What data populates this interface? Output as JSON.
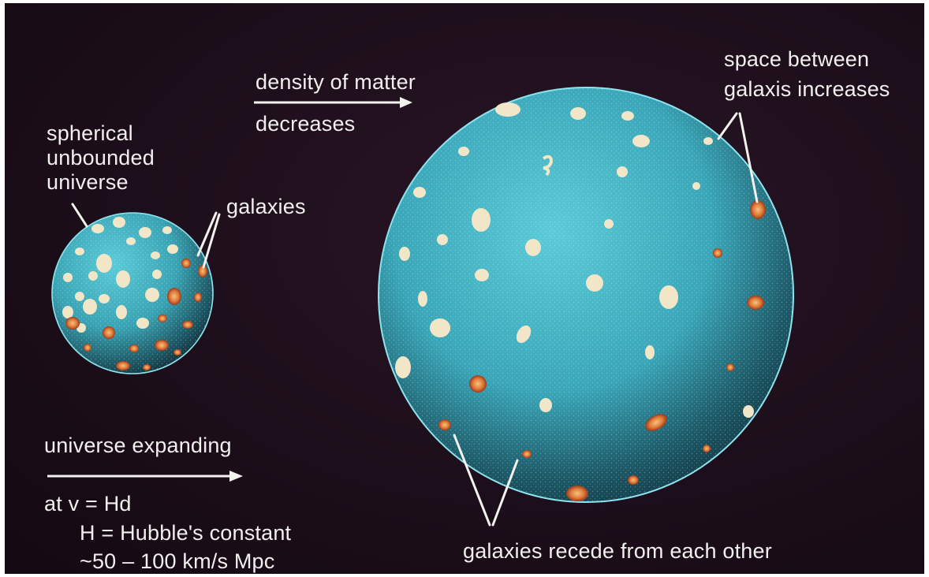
{
  "labels": {
    "spherical_1": "spherical",
    "spherical_2": "unbounded",
    "spherical_3": "universe",
    "galaxies": "galaxies",
    "density_1": "density of matter",
    "density_2": "decreases",
    "space_1": "space between",
    "space_2": "galaxis increases",
    "expanding": "universe expanding",
    "law": "at  v = Hd",
    "hubble": "H = Hubble's constant",
    "range": "~50 – 100 km/s Mpc",
    "recede": "galaxies recede from each other"
  },
  "colors": {
    "background": "#1c0e1a",
    "sphere": "#4bbccc",
    "sphere_rim": "#8fe3ee",
    "galaxy_light": "#f1e6c8",
    "galaxy_warm": "#e8a060",
    "text": "#f2f0ee"
  }
}
